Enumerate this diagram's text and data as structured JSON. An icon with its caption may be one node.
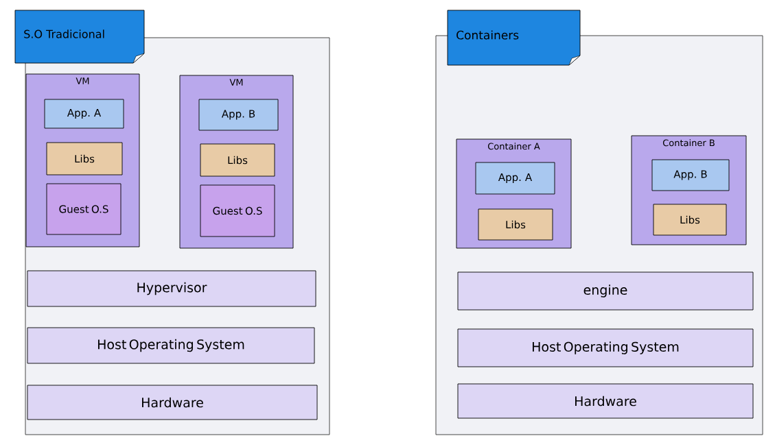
{
  "diagram": {
    "nodes": [
      {
        "text": [
          "S.O Tradicional"
        ]
      },
      {
        "text": [
          "VM"
        ],
        "in": 0
      },
      {
        "text": [
          "App. A"
        ],
        "in": 1
      },
      {
        "text": [
          "Libs"
        ],
        "in": 1
      },
      {
        "text": [
          "Guest O.S"
        ],
        "in": 1
      },
      {
        "text": [
          "VM"
        ],
        "in": 0
      },
      {
        "text": [
          "App. B"
        ],
        "in": 5
      },
      {
        "text": [
          "Libs"
        ],
        "in": 5
      },
      {
        "text": [
          "Guest O.S"
        ],
        "in": 5
      },
      {
        "text": [
          "Hypervisor"
        ],
        "in": 0
      },
      {
        "text": [
          "Host Operating System"
        ],
        "in": 0
      },
      {
        "text": [
          "Hardware"
        ],
        "in": 0
      },
      {
        "text": [
          "Containers"
        ]
      },
      {
        "text": [
          "Container A"
        ],
        "in": 12
      },
      {
        "text": [
          "App. A"
        ],
        "in": 13
      },
      {
        "text": [
          "Libs"
        ],
        "in": 13
      },
      {
        "text": [
          "Container B"
        ],
        "in": 12
      },
      {
        "text": [
          "App. B"
        ],
        "in": 16
      },
      {
        "text": [
          "Libs"
        ],
        "in": 16
      },
      {
        "text": [
          "engine"
        ],
        "in": 12
      },
      {
        "text": [
          "Host Operating System"
        ],
        "in": 12
      },
      {
        "text": [
          "Hardware"
        ],
        "in": 12
      }
    ]
  }
}
